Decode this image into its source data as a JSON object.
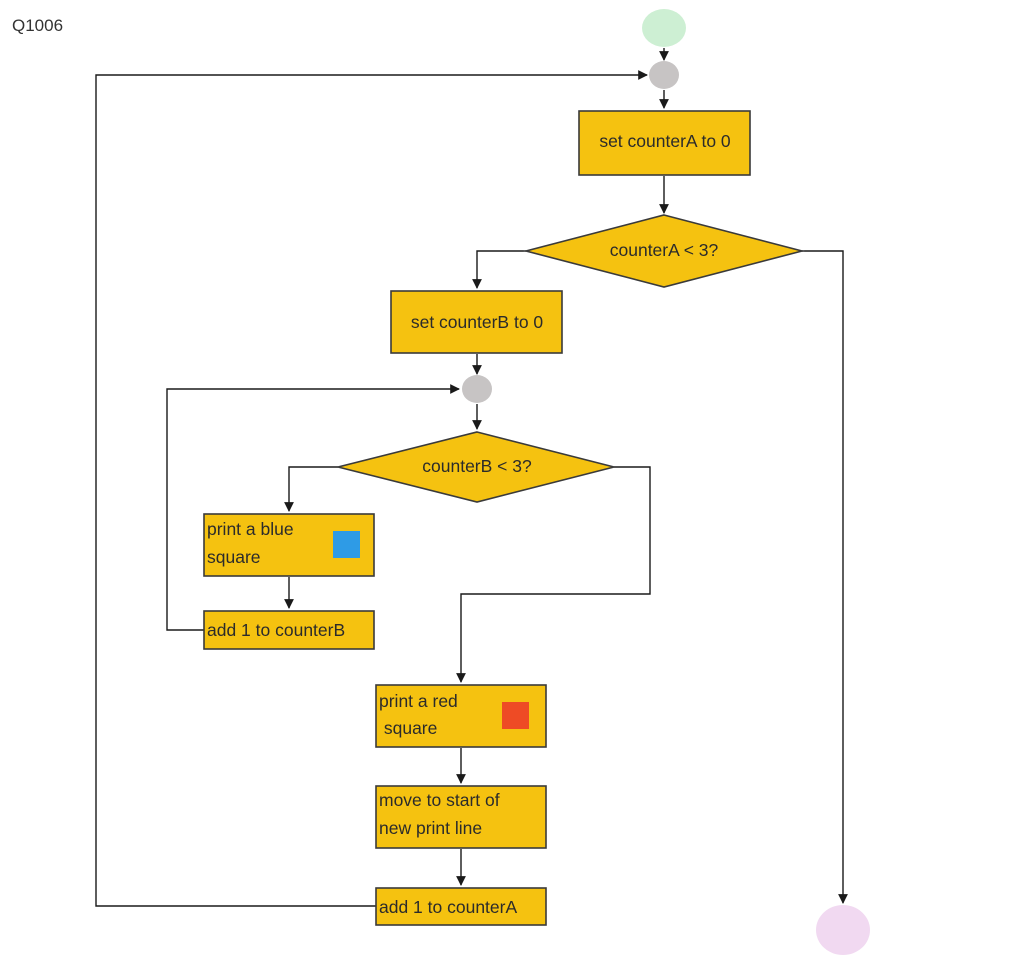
{
  "page_label": "Q1006",
  "colors": {
    "process_fill": "#F5C210",
    "process_stroke": "#3a3a3a",
    "start_fill": "#CDEFD3",
    "end_fill": "#F1D9F1",
    "connector_fill": "#C7C4C4",
    "blue_square": "#2E9BE6",
    "red_square": "#EE4B25",
    "line": "#1a1a1a"
  },
  "nodes": {
    "set_counter_a": "set counterA to 0",
    "decision_a": "counterA < 3?",
    "set_counter_b": "set counterB to 0",
    "decision_b": "counterB < 3?",
    "print_blue_line1": "print a blue",
    "print_blue_line2": "square",
    "add_counter_b": "add 1 to counterB",
    "print_red_line1": "print a red",
    "print_red_line2": " square",
    "new_line_line1": "move to start of",
    "new_line_line2": "new print line",
    "add_counter_a": "add 1 to counterA"
  }
}
